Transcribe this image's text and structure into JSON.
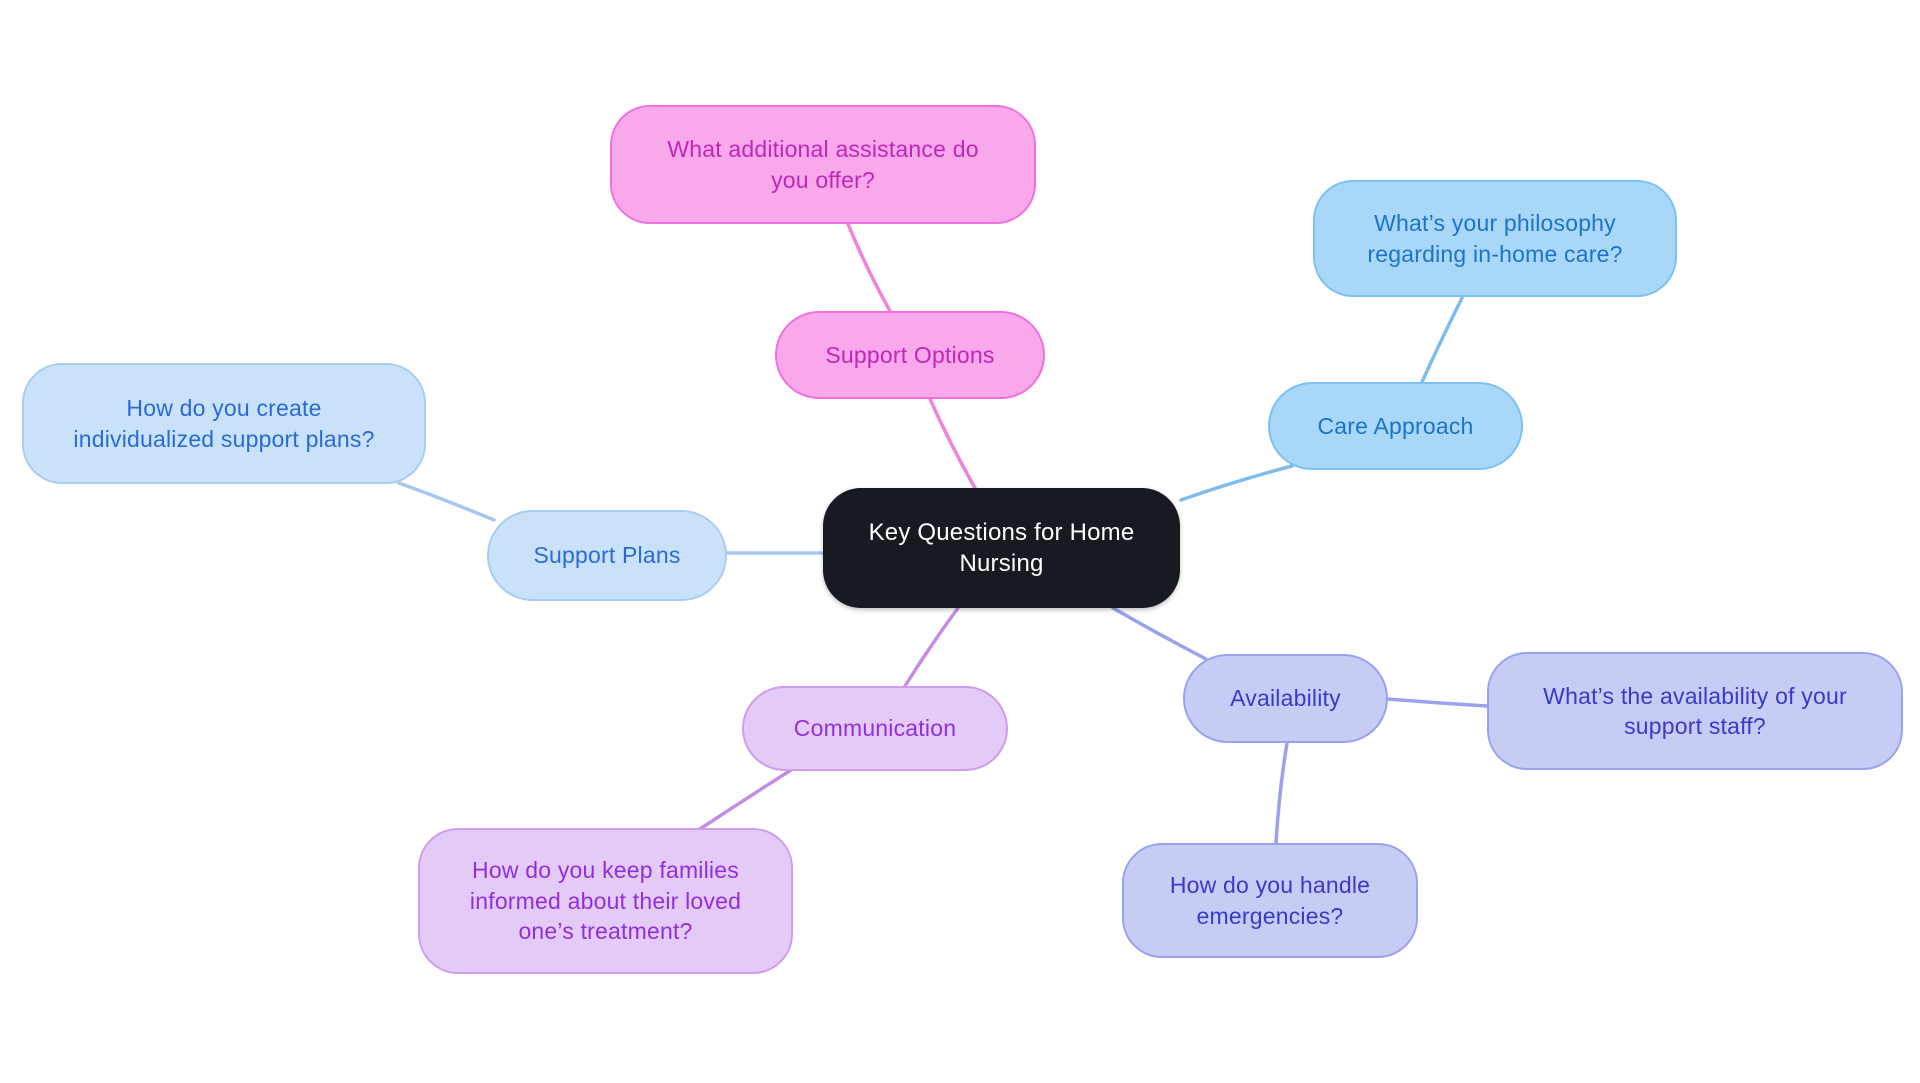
{
  "diagram": {
    "type": "mindmap",
    "title": "Key Questions for Home Nursing",
    "background_color": "#FFFFFF",
    "central": {
      "label": "Key Questions for Home\nNursing",
      "fill": "#171A21",
      "text_color": "#FFFFFF"
    },
    "branches": [
      {
        "name": "Support Options",
        "fill": "#F9A8EC",
        "border": "#F170DC",
        "text_color": "#C226B8",
        "edge_color": "#F082DE",
        "topic": {
          "label": "Support Options"
        },
        "children": [
          {
            "label": "What additional assistance do\nyou offer?"
          }
        ]
      },
      {
        "name": "Care Approach",
        "fill": "#A9D7F8",
        "border": "#7CC1F0",
        "text_color": "#1C74C8",
        "edge_color": "#7FBCEC",
        "topic": {
          "label": "Care Approach"
        },
        "children": [
          {
            "label": "What’s your philosophy\nregarding in-home care?"
          }
        ]
      },
      {
        "name": "Support Plans",
        "fill": "#CAE2F9",
        "border": "#A9CCF1",
        "text_color": "#2A6AD4",
        "edge_color": "#A8C7EF",
        "topic": {
          "label": "Support Plans"
        },
        "children": [
          {
            "label": "How do you create\nindividualized support plans?"
          }
        ]
      },
      {
        "name": "Communication",
        "fill": "#E4CAF7",
        "border": "#CE9DEE",
        "text_color": "#922FDC",
        "edge_color": "#C48CE6",
        "topic": {
          "label": "Communication"
        },
        "children": [
          {
            "label": "How do you keep families\ninformed about their loved\none’s treatment?"
          }
        ]
      },
      {
        "name": "Availability",
        "fill": "#C7CCF5",
        "border": "#9AA1ED",
        "text_color": "#3A39C9",
        "edge_color": "#9AA1ED",
        "topic": {
          "label": "Availability"
        },
        "children": [
          {
            "label": "What’s the availability of your\nsupport staff?"
          },
          {
            "label": "How do you handle\nemergencies?"
          }
        ]
      }
    ]
  }
}
